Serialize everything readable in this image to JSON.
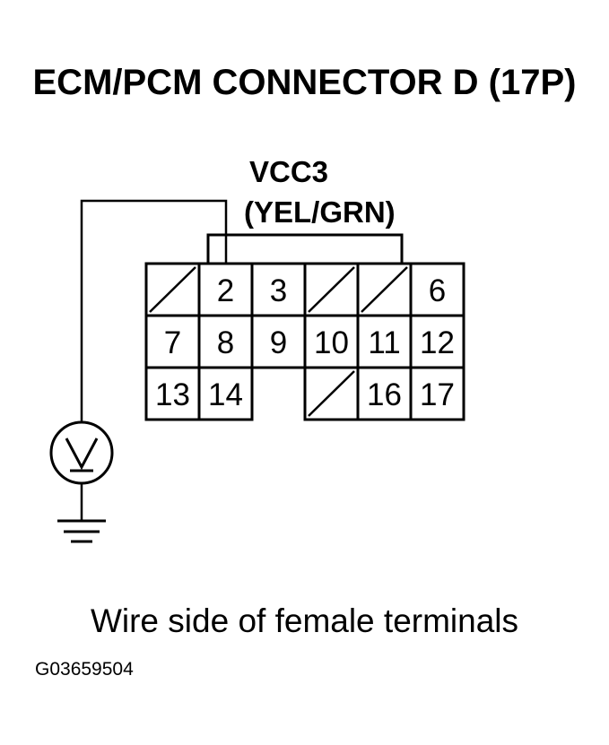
{
  "title": "ECM/PCM CONNECTOR D (17P)",
  "signal": {
    "name": "VCC3",
    "wire_color": "(YEL/GRN)"
  },
  "connector": {
    "rows": [
      [
        {
          "label": "",
          "empty": true
        },
        {
          "label": "2"
        },
        {
          "label": "3"
        },
        {
          "label": "",
          "empty": true
        },
        {
          "label": "",
          "empty": true
        },
        {
          "label": "6"
        }
      ],
      [
        {
          "label": "7"
        },
        {
          "label": "8"
        },
        {
          "label": "9"
        },
        {
          "label": "10"
        },
        {
          "label": "11"
        },
        {
          "label": "12"
        }
      ],
      [
        {
          "label": "13"
        },
        {
          "label": "14"
        },
        {
          "label": "",
          "gap": true
        },
        {
          "label": "",
          "empty": true
        },
        {
          "label": "16"
        },
        {
          "label": "17"
        }
      ]
    ]
  },
  "meter": {
    "symbol": "V"
  },
  "caption": "Wire side of female terminals",
  "figure_code": "G03659504"
}
